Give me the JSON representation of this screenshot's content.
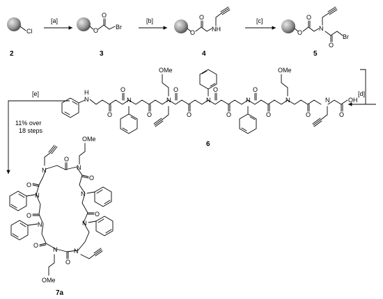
{
  "compounds": {
    "c2": "2",
    "c3": "3",
    "c4": "4",
    "c5": "5",
    "c6": "6",
    "c7a": "7a"
  },
  "atoms": {
    "cl": "Cl",
    "br": "Br",
    "o": "O",
    "n": "N",
    "nh": "NH",
    "hn": "H",
    "oh": "OH",
    "ome": "OMe"
  },
  "steps": {
    "a": "[a]",
    "b": "[b]",
    "c": "[c]",
    "d": "[d]",
    "e": "[e]"
  },
  "yield_line1": "11% over",
  "yield_line2": "18 steps"
}
